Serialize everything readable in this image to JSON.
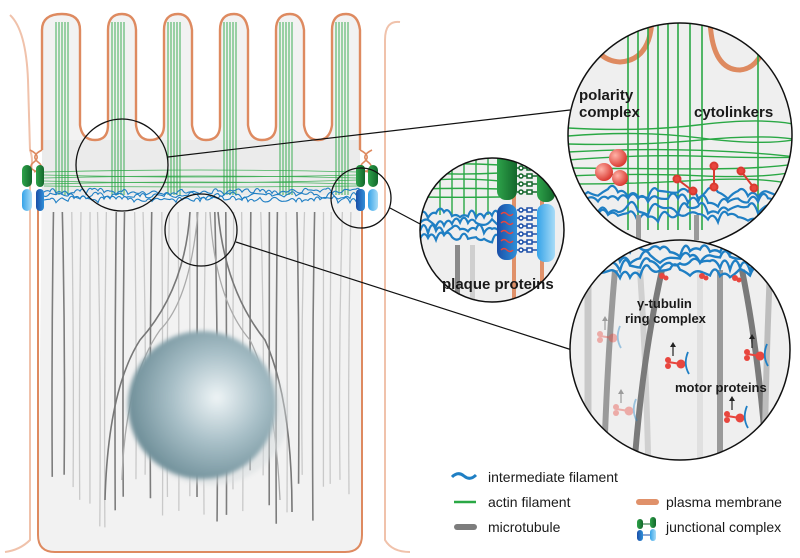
{
  "figure": {
    "title": "Epithelial cell cytoskeleton organization",
    "colors": {
      "intermediate_filament": "#1f7fc4",
      "actin_filament": "#2aa845",
      "microtubule": "#7d7d7d",
      "plasma_membrane": "#e0916a",
      "junction_green": "#1e8a3a",
      "junction_blue": "#2a8fd6",
      "protein_red": "#e8463e",
      "nucleus": "#9fb7c0",
      "cytoplasm": "#ececec"
    }
  },
  "callouts": {
    "apical": {
      "labels": [
        "polarity",
        "complex",
        "cytolinkers"
      ]
    },
    "junction": {
      "labels": [
        "plaque proteins"
      ]
    },
    "microtubule": {
      "labels": [
        "γ-tubulin",
        "ring complex",
        "motor proteins"
      ]
    }
  },
  "legend": {
    "items": [
      {
        "key": "intermediate_filament",
        "label": "intermediate filament",
        "icon": "wavy-line-icon"
      },
      {
        "key": "actin_filament",
        "label": "actin filament",
        "icon": "line-icon"
      },
      {
        "key": "microtubule",
        "label": "microtubule",
        "icon": "thick-bar-icon"
      },
      {
        "key": "plasma_membrane",
        "label": "plasma membrane",
        "icon": "thick-bar-icon"
      },
      {
        "key": "junctional_complex",
        "label": "junctional complex",
        "icon": "junction-icon"
      }
    ]
  }
}
